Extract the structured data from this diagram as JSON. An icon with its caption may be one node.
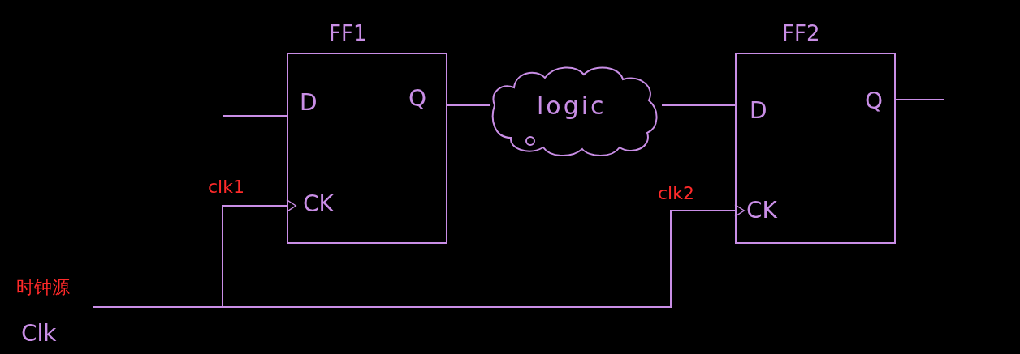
{
  "diagram": {
    "nodes": [
      {
        "text": [
          "FF1",
          "D",
          "Q",
          "CK"
        ]
      },
      {
        "text": [
          "FF2",
          "D",
          "Q",
          "CK"
        ]
      },
      {
        "text": [
          "logic"
        ]
      },
      {
        "text": [
          "时钟源",
          "Clk"
        ]
      }
    ],
    "edges": [
      {
        "from": null,
        "to": 0,
        "arrow": "none"
      },
      {
        "from": 0,
        "to": 2,
        "arrow": "none"
      },
      {
        "from": 2,
        "to": 1,
        "arrow": "none"
      },
      {
        "from": 1,
        "to": null,
        "arrow": "none"
      },
      {
        "from": 3,
        "to": 0,
        "arrow": "to",
        "label": "clk1"
      },
      {
        "from": 3,
        "to": 1,
        "arrow": "to",
        "label": "clk2"
      }
    ]
  }
}
